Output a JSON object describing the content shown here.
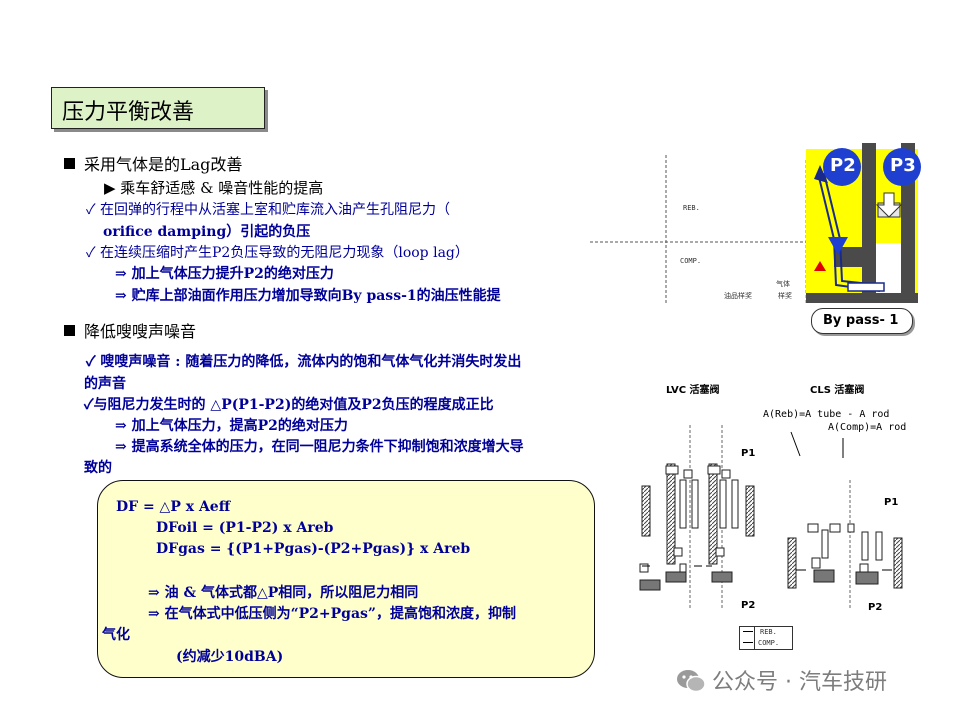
{
  "title": "压力平衡改善",
  "section1": {
    "heading": "采用气体是的Lag改善",
    "sub": "▶ 乘车舒适感 & 噪音性能的提高",
    "lines": [
      "✓  在回弹的行程中从活塞上室和贮库流入油产生孔阻尼力（",
      "orifice damping）引起的负压",
      "✓ 在连续压缩时产生P2负压导致的无阻尼力现象（loop lag）",
      "⇒  加上气体压力提升P2的绝对压力",
      "⇒  贮库上部油面作用压力增加导致向By pass-1的油压性能提"
    ]
  },
  "section2": {
    "heading": "降低嗖嗖声噪音",
    "lines": [
      "✓ 嗖嗖声噪音 : 随着压力的降低，流体内的饱和气体气化并消失时发出",
      "的声音",
      "✓与阻尼力发生时的 △P(P1-P2)的绝对值及P2负压的程度成正比",
      "⇒  加上气体压力，提高P2的绝对压力",
      "⇒  提高系统全体的压力，在同一阻尼力条件下抑制饱和浓度增大导",
      "致的"
    ]
  },
  "formula": {
    "line1": "DF = △P x Aeff",
    "line2": "DFoil    = (P1-P2) x Areb",
    "line3": "DFgas = {(P1+Pgas)-(P2+Pgas)} x Areb",
    "line4": "⇒ 油 & 气体式都△P相同，所以阻尼力相同",
    "line5": "⇒ 在气体式中低压侧为“P2+Pgas”，提高饱和浓度，抑制",
    "line6": "气化",
    "line7": "(约减少10dBA)"
  },
  "graph": {
    "reb": "REB.",
    "comp": "COMP.",
    "leg1": "气体",
    "leg2a": "油品样奖",
    "leg2b": "样奖"
  },
  "piston_diagram": {
    "p2": "P2",
    "p3": "P3",
    "bypass": "By pass- 1"
  },
  "valves": {
    "lvc": "LVC 活塞阀",
    "cls": "CLS 活塞阀",
    "area_reb": "A(Reb)=A tube - A rod",
    "area_comp": "A(Comp)=A rod",
    "p1_left": "P1",
    "p2_left": "P2",
    "p1_right": "P1",
    "p2_right": "P2",
    "legend_reb": "REB.",
    "legend_comp": "COMP."
  },
  "watermark": "公众号 · 汽车技研",
  "colors": {
    "title_bg": "#ddf3c7",
    "formula_bg": "#ffffcc",
    "text_blue": "#000099",
    "diagram_yellow": "#ffff00",
    "badge_blue": "#1f3fd0"
  }
}
